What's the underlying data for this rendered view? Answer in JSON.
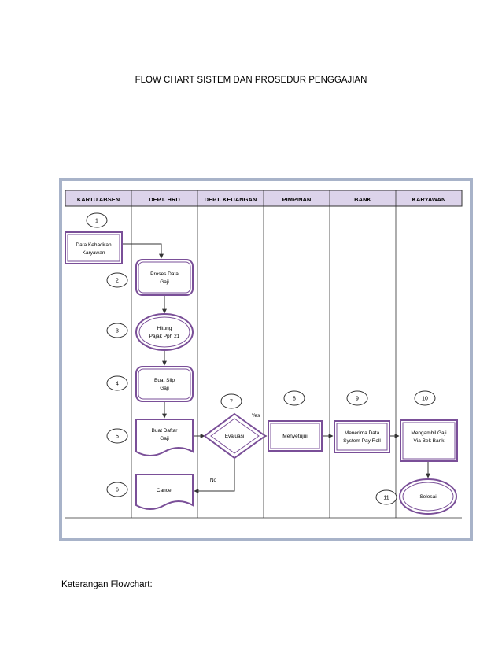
{
  "document": {
    "title": "FLOW CHART SISTEM DAN PROSEDUR PENGGAJIAN",
    "caption": "Keterangan Flowchart:"
  },
  "lanes": [
    "KARTU ABSEN",
    "DEPT. HRD",
    "DEPT. KEUANGAN",
    "PIMPINAN",
    "BANK",
    "KARYAWAN"
  ],
  "steps": [
    {
      "number": "1",
      "lines": [
        "Data Kehadiran",
        "Karyawan"
      ]
    },
    {
      "number": "2",
      "lines": [
        "Proses Data",
        "Gaji"
      ]
    },
    {
      "number": "3",
      "lines": [
        "Hitung",
        "Pajak Pph 21"
      ]
    },
    {
      "number": "4",
      "lines": [
        "Buat Slip",
        "Gaji"
      ]
    },
    {
      "number": "5",
      "lines": [
        "Buat Daftar",
        "Gaji"
      ]
    },
    {
      "number": "6",
      "lines": [
        "Cancel"
      ]
    },
    {
      "number": "7",
      "lines": [
        "Evaluasi"
      ]
    },
    {
      "number": "8",
      "lines": [
        "Menyetujui"
      ]
    },
    {
      "number": "9",
      "lines": [
        "Menerima Data",
        "System Pay Roll"
      ]
    },
    {
      "number": "10",
      "lines": [
        "Mengambil Gaji",
        "Via Bek Bank"
      ]
    },
    {
      "number": "11",
      "lines": [
        "Selesai"
      ]
    }
  ],
  "branches": {
    "yes": "Yes",
    "no": "No"
  },
  "colors": {
    "header_fill": "#dcd3ea",
    "shape_stroke": "#7a4f98",
    "frame": "#a8b3c9",
    "lane_line": "#333333"
  }
}
